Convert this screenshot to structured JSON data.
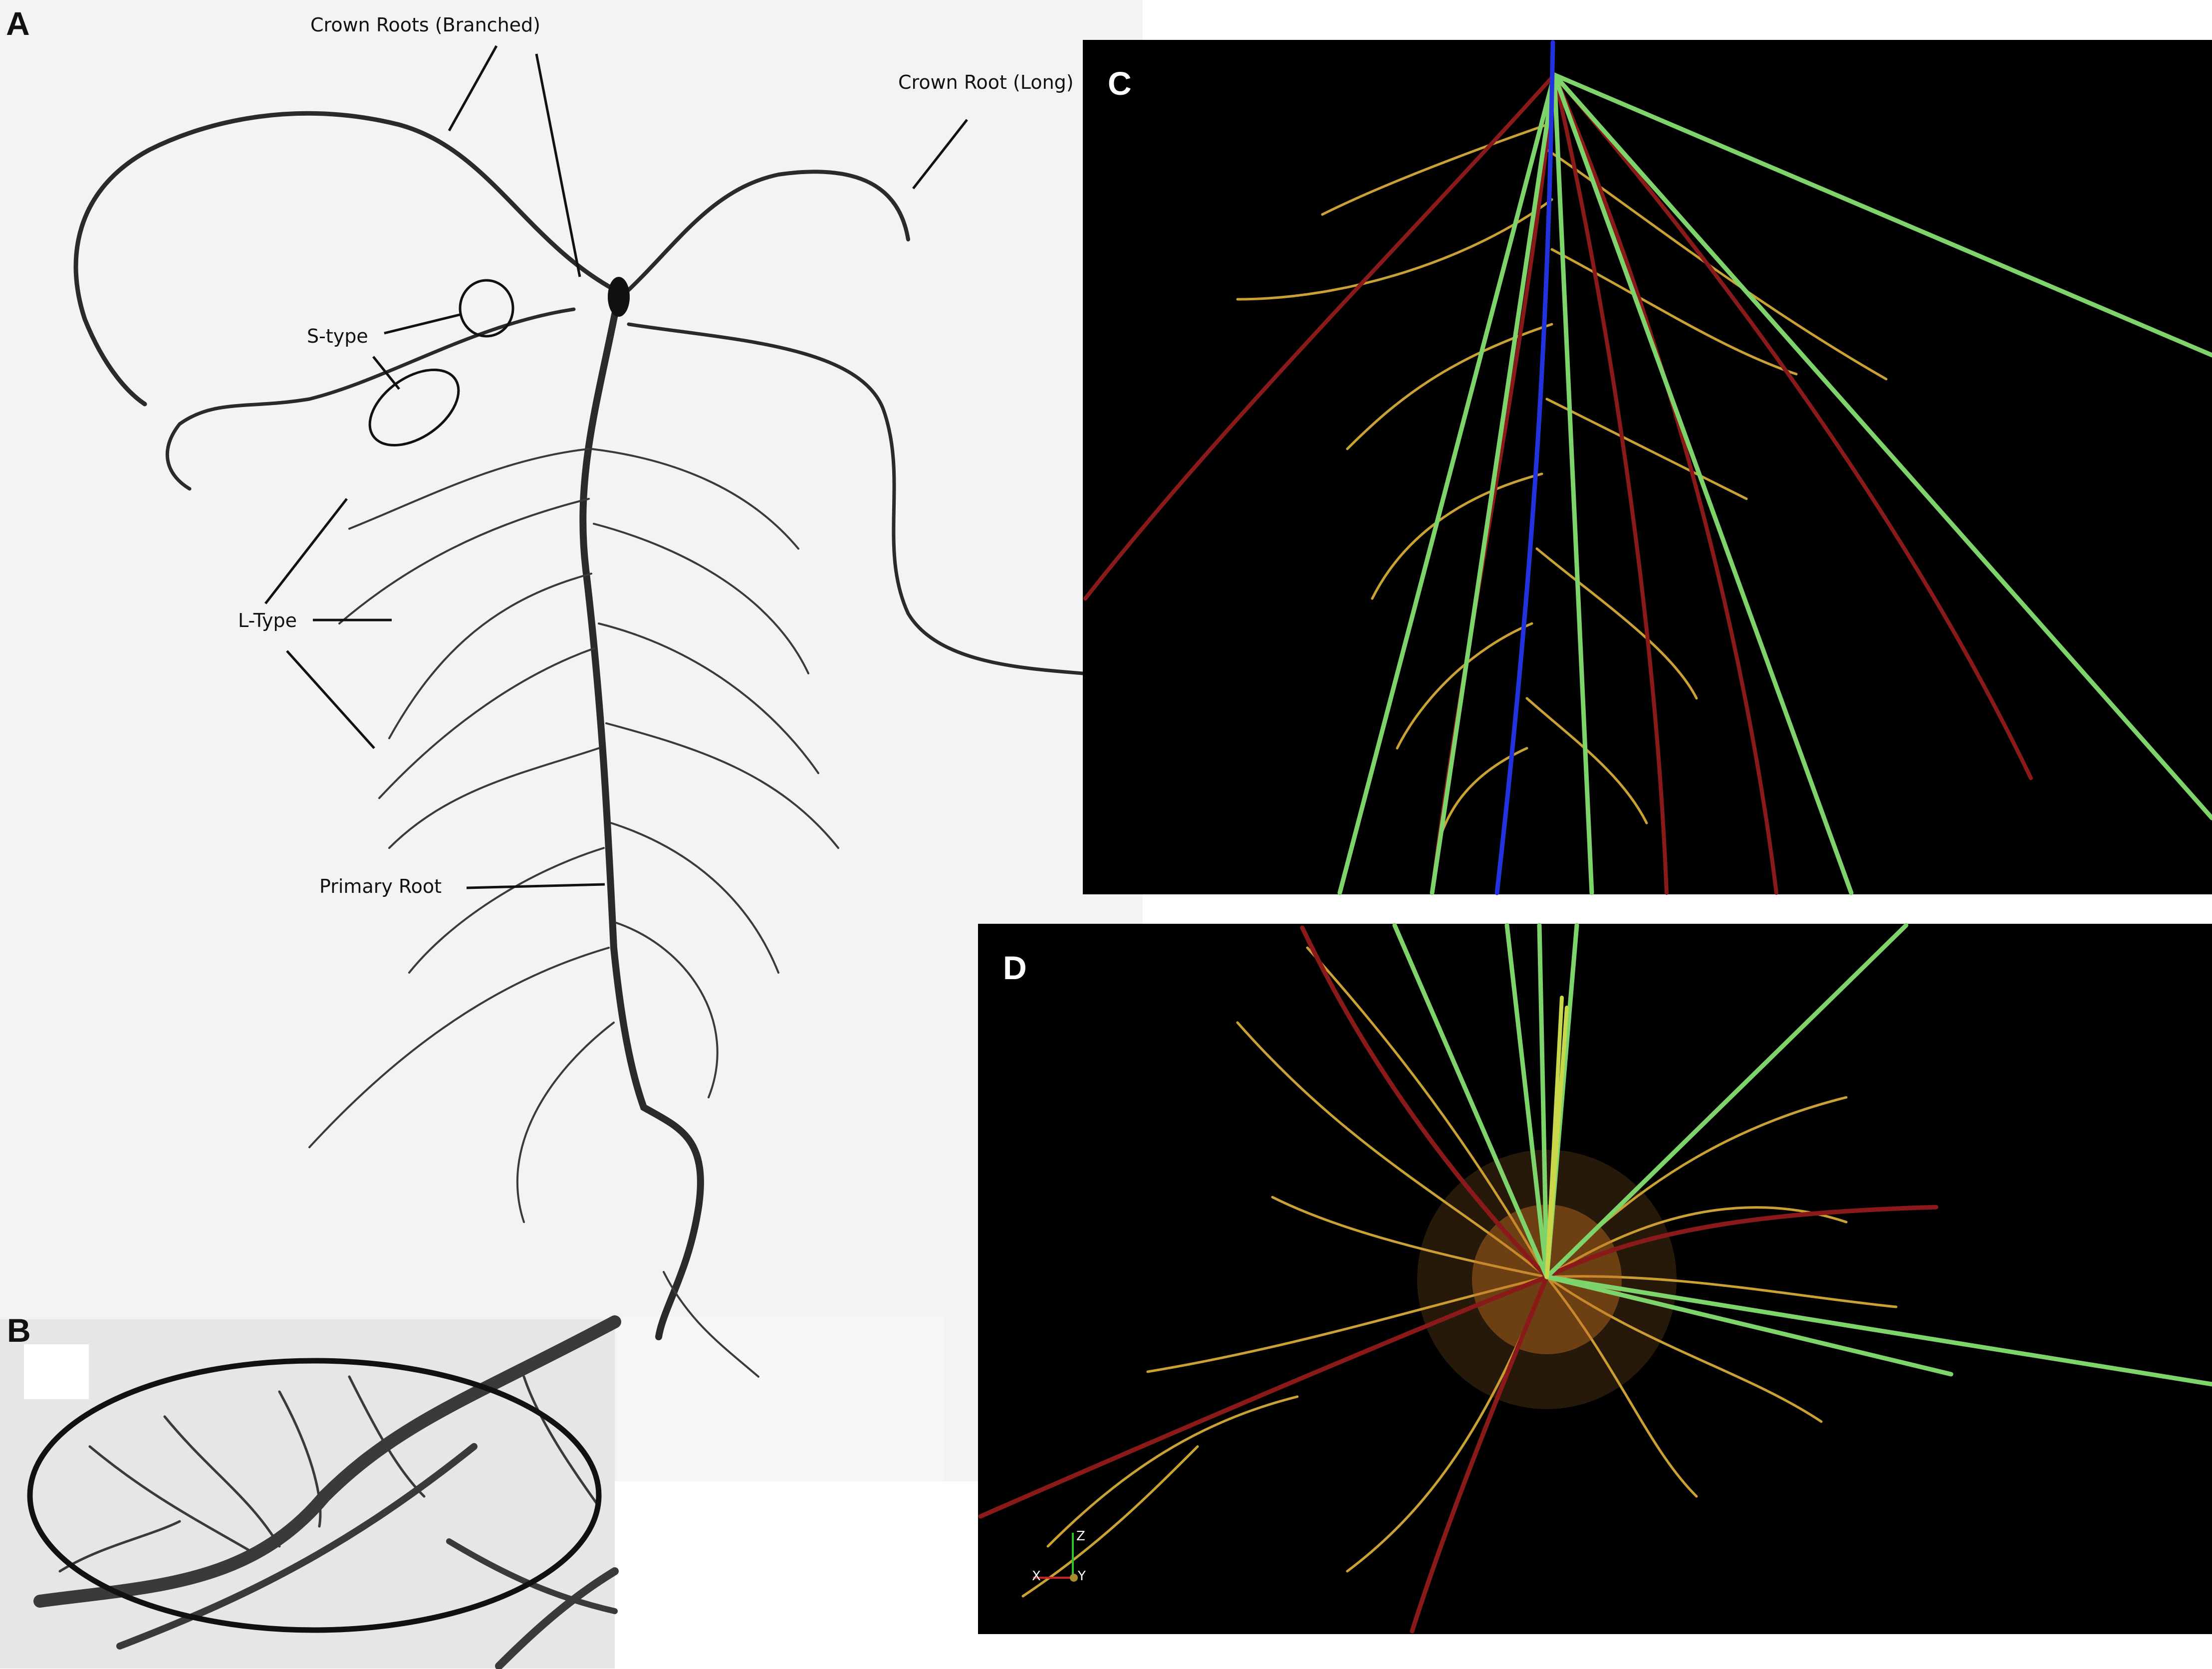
{
  "panels": {
    "a": {
      "letter": "A",
      "letter_color": "#111111"
    },
    "b": {
      "letter": "B",
      "letter_color": "#111111"
    },
    "c": {
      "letter": "C",
      "letter_color": "#ffffff"
    },
    "d": {
      "letter": "D",
      "letter_color": "#ffffff"
    }
  },
  "annotations": {
    "crown_roots_branched": "Crown Roots (Branched)",
    "crown_root_long": "Crown Root (Long)",
    "s_type": "S-type",
    "l_type": "L-Type",
    "primary_root": "Primary Root"
  },
  "axes_triad": {
    "z": "Z",
    "x": "X",
    "y": "Y"
  },
  "colors": {
    "scan_background": "#f2f2f2",
    "root_dark": "#2a2a2a",
    "render_background": "#000000",
    "crown_green": "#7ed36a",
    "primary_blue": "#2233dd",
    "seminal_red": "#8a1a1a",
    "lateral_yellow": "#e0b33a",
    "lateral_orange": "#d07a20"
  }
}
